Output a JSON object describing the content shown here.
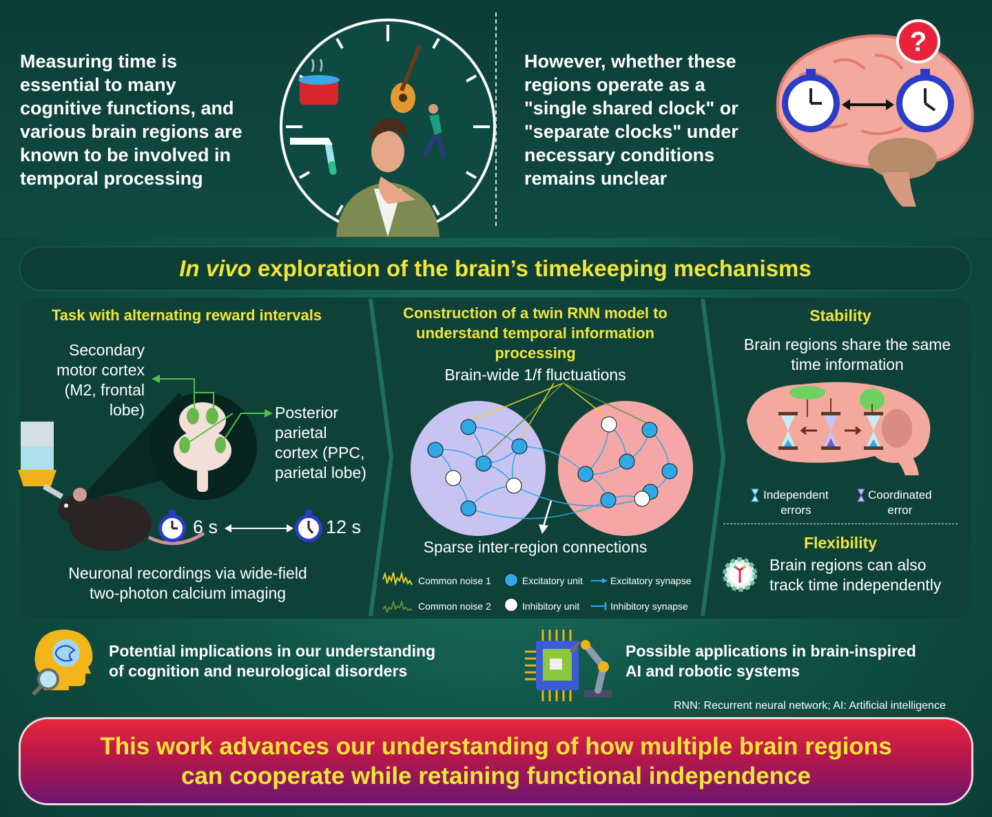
{
  "top": {
    "left_text": [
      "Measuring time is",
      "essential to many",
      "cognitive functions, and",
      "various brain regions are",
      "known to be involved in",
      "temporal processing"
    ],
    "right_text": [
      "However, whether these",
      "regions operate as a",
      "\"single shared clock\" or",
      "\"separate clocks\" under",
      "necessary conditions",
      "remains unclear"
    ],
    "question_mark": "?"
  },
  "banner": {
    "title_italic": "In vivo",
    "title_rest": " exploration of the brain’s timekeeping mechanisms"
  },
  "task": {
    "title": "Task with alternating reward intervals",
    "m2_label": [
      "Secondary",
      "motor cortex",
      "(M2, frontal",
      "lobe)"
    ],
    "ppc_label": [
      "Posterior",
      "parietal",
      "cortex (PPC,",
      "parietal lobe)"
    ],
    "interval_short": "6 s",
    "interval_long": "12 s",
    "recording_label": [
      "Neuronal recordings via wide-field",
      "two-photon calcium imaging"
    ]
  },
  "rnn": {
    "title": [
      "Construction of a twin RNN model to",
      "understand temporal information",
      "processing"
    ],
    "fluctuation_label": "Brain-wide 1/f fluctuations",
    "connection_label": "Sparse inter-region connections",
    "legend": {
      "noise1": "Common noise 1",
      "noise2": "Common noise 2",
      "excitatory_unit": "Excitatory unit",
      "inhibitory_unit": "Inhibitory unit",
      "excitatory_synapse": "Excitatory synapse",
      "inhibitory_synapse": "Inhibitory synapse"
    }
  },
  "findings": {
    "stability_title": "Stability",
    "stability_text": [
      "Brain regions share the same",
      "time information"
    ],
    "independent_errors": [
      "Independent",
      "errors"
    ],
    "coordinated_error": [
      "Coordinated",
      "error"
    ],
    "flexibility_title": "Flexibility",
    "flexibility_text": [
      "Brain regions can also",
      "track time independently"
    ]
  },
  "implications": {
    "cognition": [
      "Potential implications in our understanding",
      "of cognition and neurological disorders"
    ],
    "applications": [
      "Possible applications in brain-inspired",
      "AI and robotic systems"
    ],
    "abbreviations": "RNN: Recurrent neural network; AI: Artificial intelligence"
  },
  "conclusion": [
    "This work advances our understanding of how multiple brain regions",
    "can cooperate while retaining functional independence"
  ],
  "colors": {
    "yellow": "#f2e53a",
    "excitatory": "#2fa9e6",
    "inhibitory": "#ffffff",
    "left_network": "#c9c3f2",
    "right_network": "#f5a7a8",
    "conclusion_red": "#e8263c",
    "conclusion_purple": "#6c1670"
  }
}
